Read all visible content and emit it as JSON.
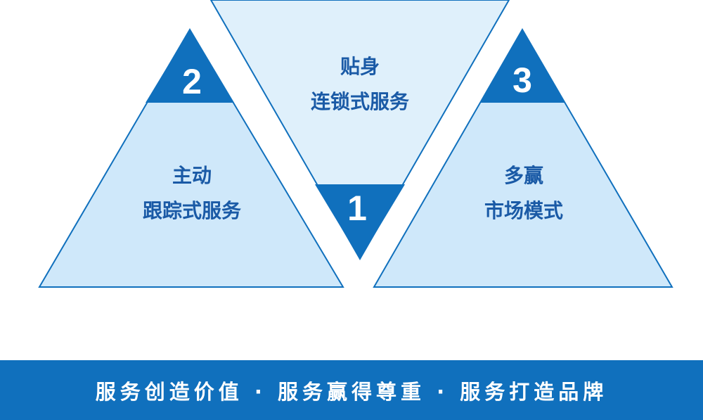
{
  "triangles": [
    {
      "number": "1",
      "line1": "贴身",
      "line2": "连锁式服务"
    },
    {
      "number": "2",
      "line1": "主动",
      "line2": "跟踪式服务"
    },
    {
      "number": "3",
      "line1": "多赢",
      "line2": "市场模式"
    }
  ],
  "slogan": "服务创造价值 · 服务赢得尊重 · 服务打造品牌",
  "colors": {
    "dark_blue": "#1070bd",
    "light_blue": "#cfe8fa",
    "pale_blue": "#dff0fb",
    "text_blue": "#1a5aa6"
  }
}
